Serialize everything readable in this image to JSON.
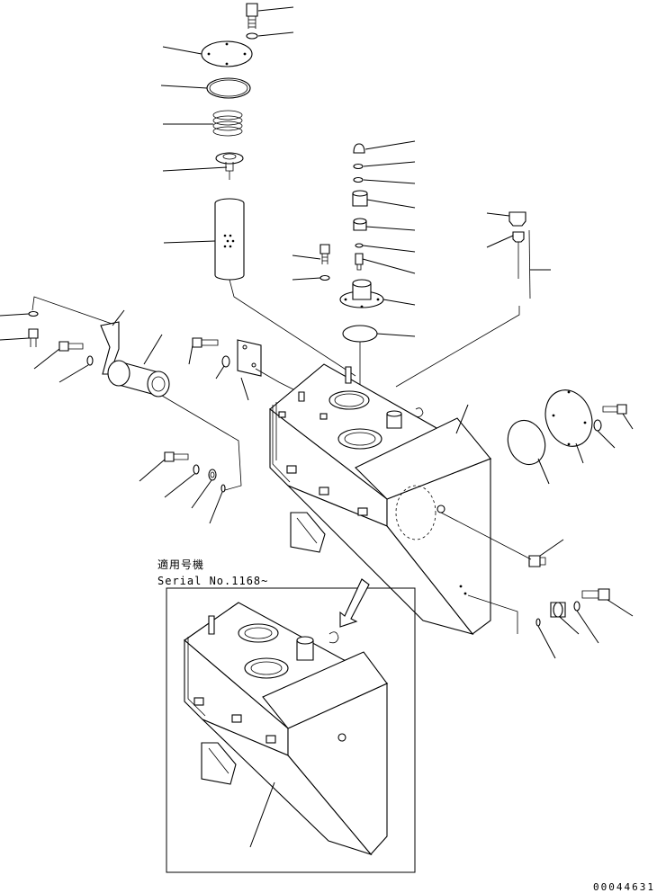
{
  "applicable_label": "適用号機",
  "serial_label": "Serial No.1168~",
  "drawing_code": "00044631"
}
